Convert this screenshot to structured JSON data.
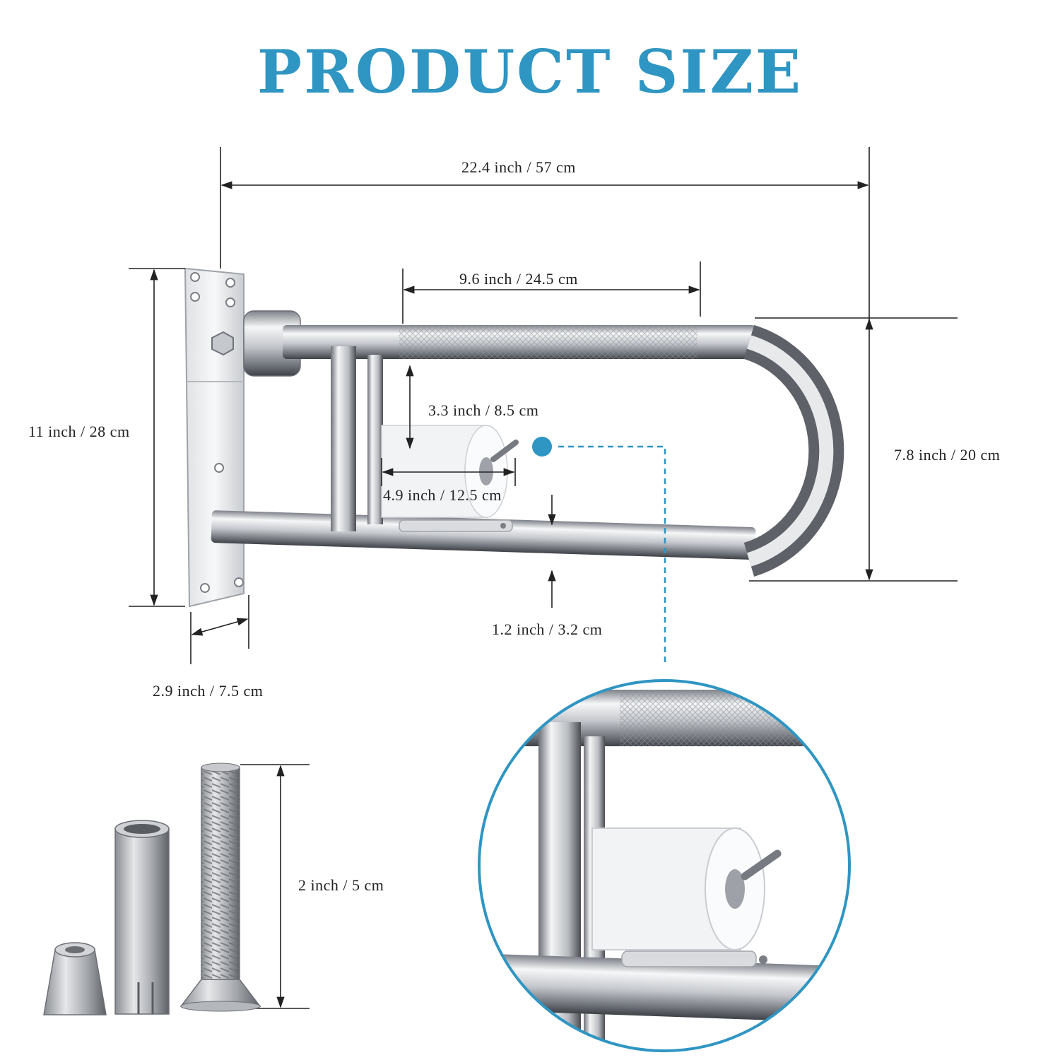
{
  "title": "PRODUCT SIZE",
  "colors": {
    "accent": "#2f95c2",
    "steel_light": "#f4f5f7",
    "steel_mid": "#b9bdc3",
    "steel_dark": "#5b5f66",
    "dimension_line": "#222222"
  },
  "dimensions": {
    "overall_length": "22.4 inch / 57 cm",
    "grip_length": "9.6 inch / 24.5 cm",
    "plate_height": "11 inch / 28 cm",
    "roll_clearance": "3.3 inch / 8.5 cm",
    "roll_holder_width": "4.9 inch / 12.5 cm",
    "bar_height": "7.8 inch / 20 cm",
    "tube_diameter": "1.2 inch / 3.2 cm",
    "plate_depth": "2.9 inch / 7.5 cm",
    "anchor_length": "2 inch / 5 cm"
  },
  "callout": {
    "marker": "detail-dot",
    "detail": "zoomed view of paper holder and knurled grip"
  }
}
